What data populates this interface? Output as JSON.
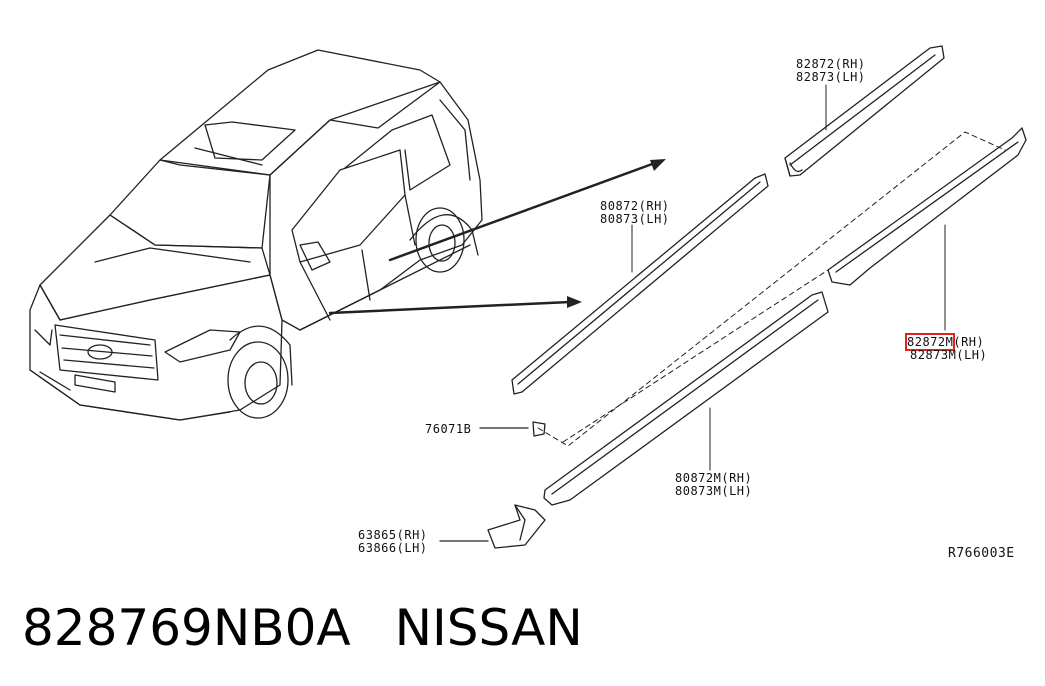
{
  "callouts": {
    "upper_moulding": {
      "rh": "82872(RH)",
      "lh": "82873(LH)"
    },
    "door_moulding": {
      "rh": "80872(RH)",
      "lh": "80873(LH)"
    },
    "rear_lower_moulding": {
      "rh_highlighted": "82872M",
      "rh_suffix": "(RH)",
      "lh": "82873M(LH)"
    },
    "clip": {
      "part": "76071B"
    },
    "sill_moulding": {
      "rh": "80872M(RH)",
      "lh": "80873M(LH)"
    },
    "bracket": {
      "rh": "63865(RH)",
      "lh": "63866(LH)"
    }
  },
  "diagram_ref": "R766003E",
  "footer": {
    "part_number": "828769NB0A",
    "brand": "NISSAN"
  },
  "colors": {
    "highlight": "#e0241b",
    "ink": "#111111"
  }
}
